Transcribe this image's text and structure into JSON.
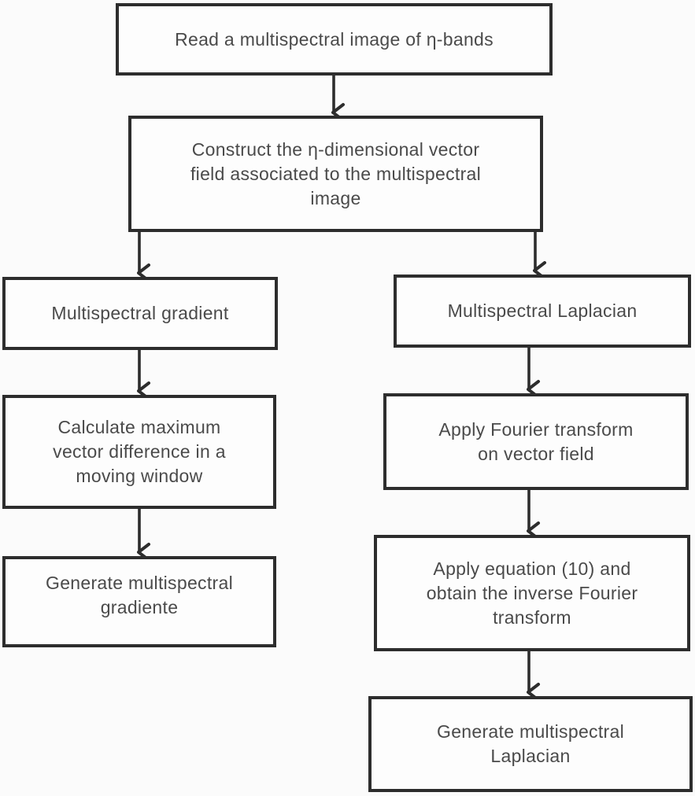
{
  "diagram": {
    "type": "flowchart",
    "colors": {
      "line": "#2d2d2d",
      "text": "#4a4a4a",
      "box_fill": "#fdfdfd",
      "background": "#fbfbfb"
    },
    "nodes": {
      "read_image": {
        "label": "Read a multispectral image of η-bands"
      },
      "construct_field": {
        "label": "Construct the η-dimensional vector\nfield associated to the multispectral\nimage"
      },
      "multispectral_gradient": {
        "label": "Multispectral gradient"
      },
      "multispectral_laplacian": {
        "label": "Multispectral Laplacian"
      },
      "calculate_max_diff": {
        "label": "Calculate maximum\nvector difference in a\nmoving window"
      },
      "apply_fourier": {
        "label": "Apply Fourier transform\non vector field"
      },
      "generate_gradiente": {
        "label": "Generate multispectral\ngradiente"
      },
      "apply_equation": {
        "label": "Apply equation (10) and\nobtain the inverse Fourier\ntransform"
      },
      "generate_laplacian": {
        "label": "Generate multispectral\nLaplacian"
      }
    },
    "edges": [
      {
        "from": "read_image",
        "to": "construct_field"
      },
      {
        "from": "construct_field",
        "to": "multispectral_gradient"
      },
      {
        "from": "construct_field",
        "to": "multispectral_laplacian"
      },
      {
        "from": "multispectral_gradient",
        "to": "calculate_max_diff"
      },
      {
        "from": "calculate_max_diff",
        "to": "generate_gradiente"
      },
      {
        "from": "multispectral_laplacian",
        "to": "apply_fourier"
      },
      {
        "from": "apply_fourier",
        "to": "apply_equation"
      },
      {
        "from": "apply_equation",
        "to": "generate_laplacian"
      }
    ]
  }
}
